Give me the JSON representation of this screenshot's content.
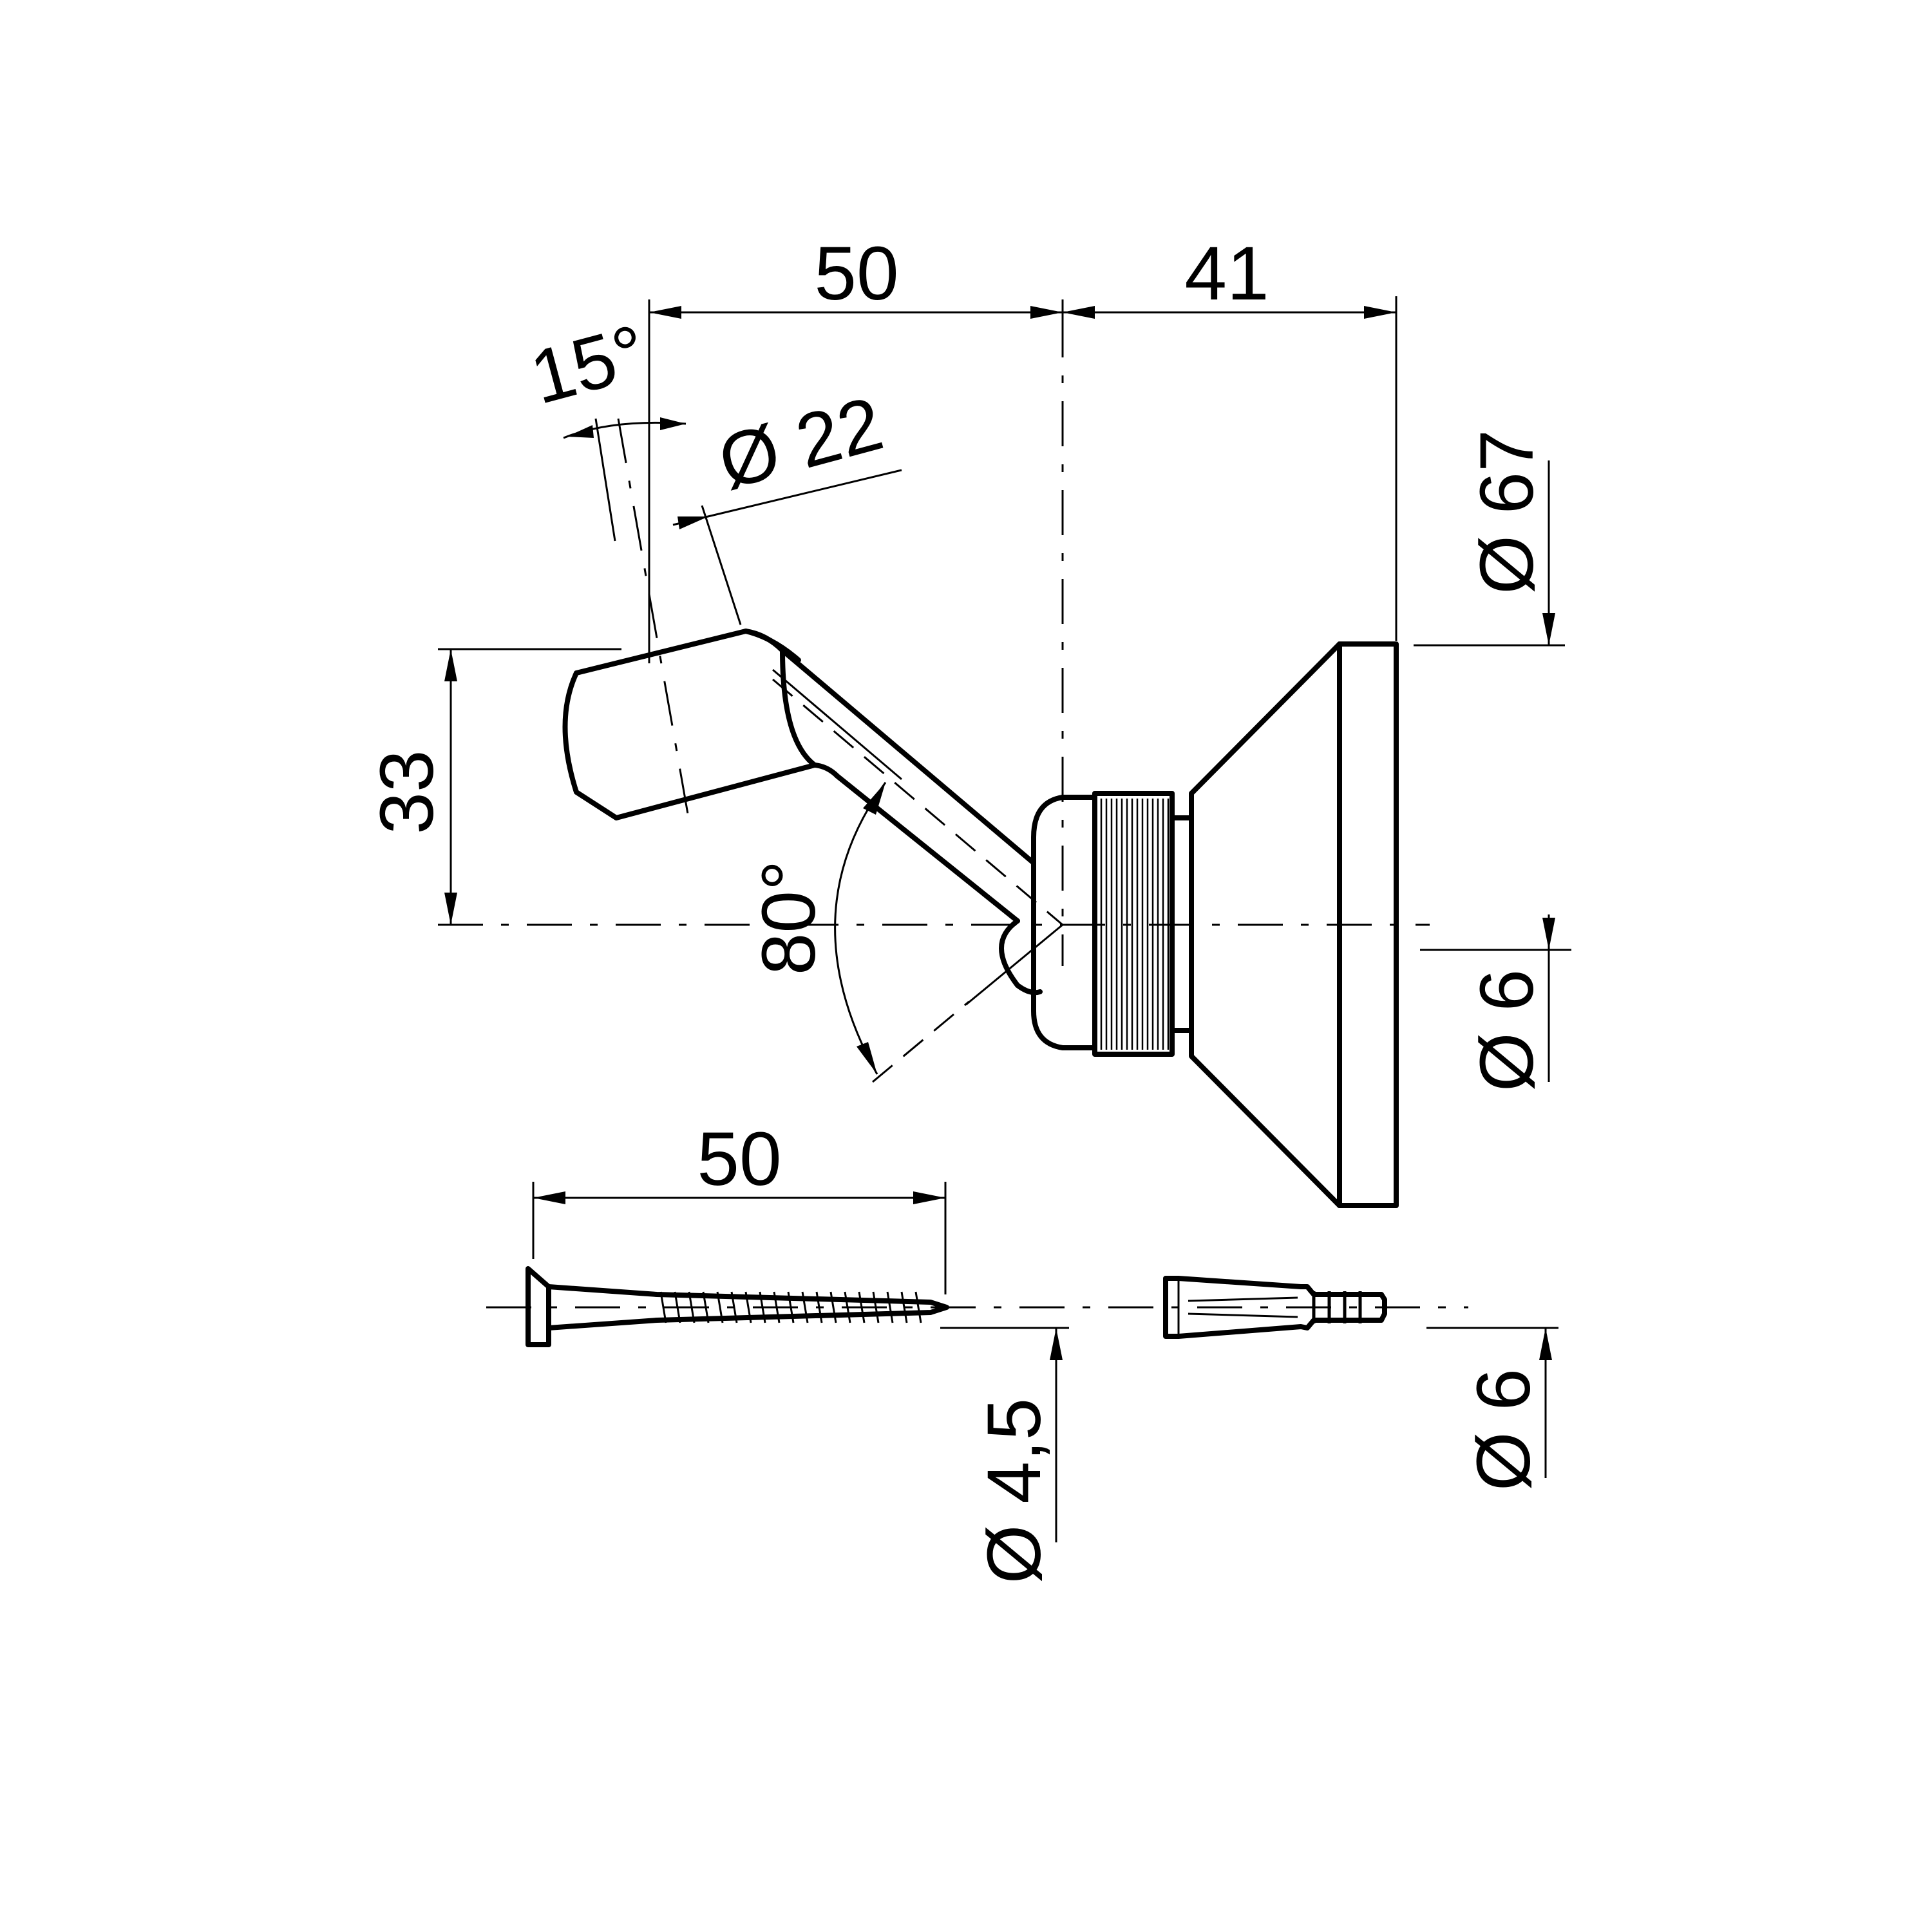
{
  "dimensions": {
    "reach": "50",
    "depth": "41",
    "tilt_angle": "15°",
    "holder_diameter": "Ø 22",
    "height": "33",
    "swivel_angle": "80°",
    "base_diameter": "Ø 67",
    "outlet_diameter": "Ø 6",
    "screw_length": "50",
    "screw_diameter": "Ø 4,5",
    "plug_diameter": "Ø 6"
  }
}
